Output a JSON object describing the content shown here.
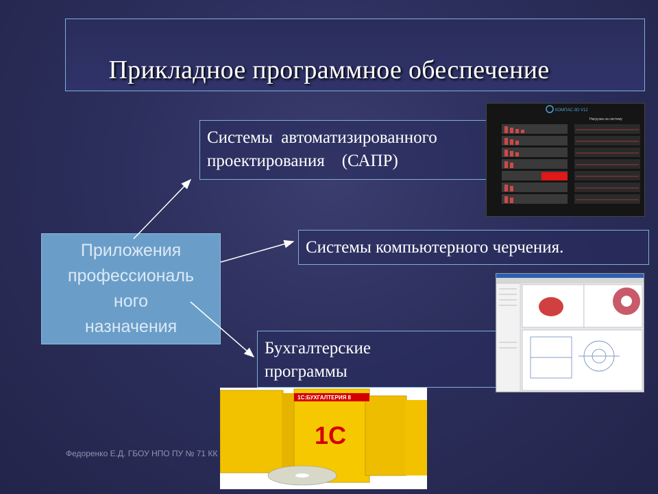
{
  "slide": {
    "title": "Прикладное программное обеспечение",
    "main_box": {
      "lines": [
        "Приложения",
        "профессиональ",
        "ного",
        "назначения"
      ]
    },
    "cad_box": {
      "line1": "Системы  автоматизированного",
      "line2": "проектирования    (САПР)"
    },
    "drawing_box": {
      "text": "Системы компьютерного черчения."
    },
    "accounting_box": {
      "line1": "Бухгалтерские",
      "line2": "программы"
    },
    "footer": "Федоренко Е.Д. ГБОУ НПО ПУ № 71 КК",
    "cad_image": {
      "logo": "КОМПАС-3D V12",
      "panel_title": "Нагрузка на систему"
    },
    "accounting_image": {
      "brand": "1С:БУХГАЛТЕРИЯ 8",
      "logo": "1С"
    }
  },
  "colors": {
    "background": "#2c2f5c",
    "main_box": "#6a9ec9",
    "box_border": "#7fb0d8",
    "box_yellow": "#f2c200"
  }
}
